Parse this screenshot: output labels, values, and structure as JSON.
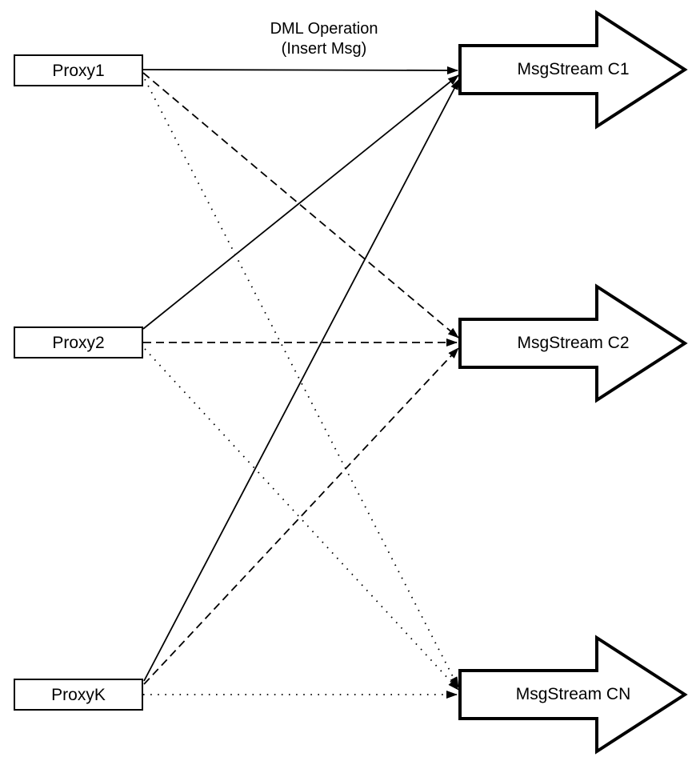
{
  "diagram": {
    "annotation": {
      "line1": "DML Operation",
      "line2": "(Insert Msg)"
    },
    "proxies": [
      {
        "label": "Proxy1"
      },
      {
        "label": "Proxy2"
      },
      {
        "label": "ProxyK"
      }
    ],
    "streams": [
      {
        "label": "MsgStream C1"
      },
      {
        "label": "MsgStream C2"
      },
      {
        "label": "MsgStream CN"
      }
    ],
    "edges": [
      {
        "from": "Proxy1",
        "to": "MsgStream C1",
        "style": "solid"
      },
      {
        "from": "Proxy2",
        "to": "MsgStream C1",
        "style": "solid"
      },
      {
        "from": "ProxyK",
        "to": "MsgStream C1",
        "style": "solid"
      },
      {
        "from": "Proxy1",
        "to": "MsgStream C2",
        "style": "dashed"
      },
      {
        "from": "Proxy2",
        "to": "MsgStream C2",
        "style": "dashed"
      },
      {
        "from": "ProxyK",
        "to": "MsgStream C2",
        "style": "dashed"
      },
      {
        "from": "Proxy1",
        "to": "MsgStream CN",
        "style": "dotted"
      },
      {
        "from": "Proxy2",
        "to": "MsgStream CN",
        "style": "dotted"
      },
      {
        "from": "ProxyK",
        "to": "MsgStream CN",
        "style": "dotted"
      }
    ],
    "colors": {
      "stroke": "#000000",
      "background": "#ffffff"
    }
  }
}
